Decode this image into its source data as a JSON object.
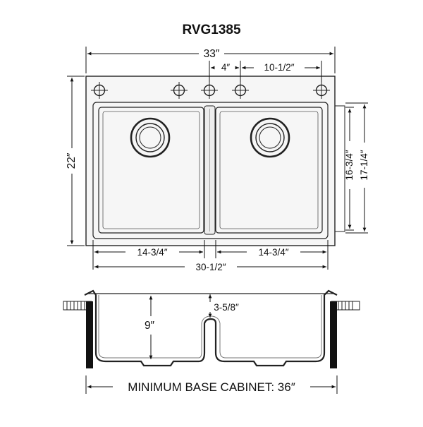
{
  "title": "RVG1385",
  "dims": {
    "overall_width": "33″",
    "faucet_spacing": "4″",
    "hole_offset": "10-1/2″",
    "overall_depth": "22″",
    "bowl_depth_inner": "16-3/4″",
    "bowl_depth_outer": "17-1/4″",
    "left_bowl_width": "14-3/4″",
    "right_bowl_width": "14-3/4″",
    "interior_width": "30-1/2″",
    "bowl_height": "9″",
    "divider_height": "3-5/8″"
  },
  "cabinet_label": "MINIMUM BASE CABINET: 36″"
}
